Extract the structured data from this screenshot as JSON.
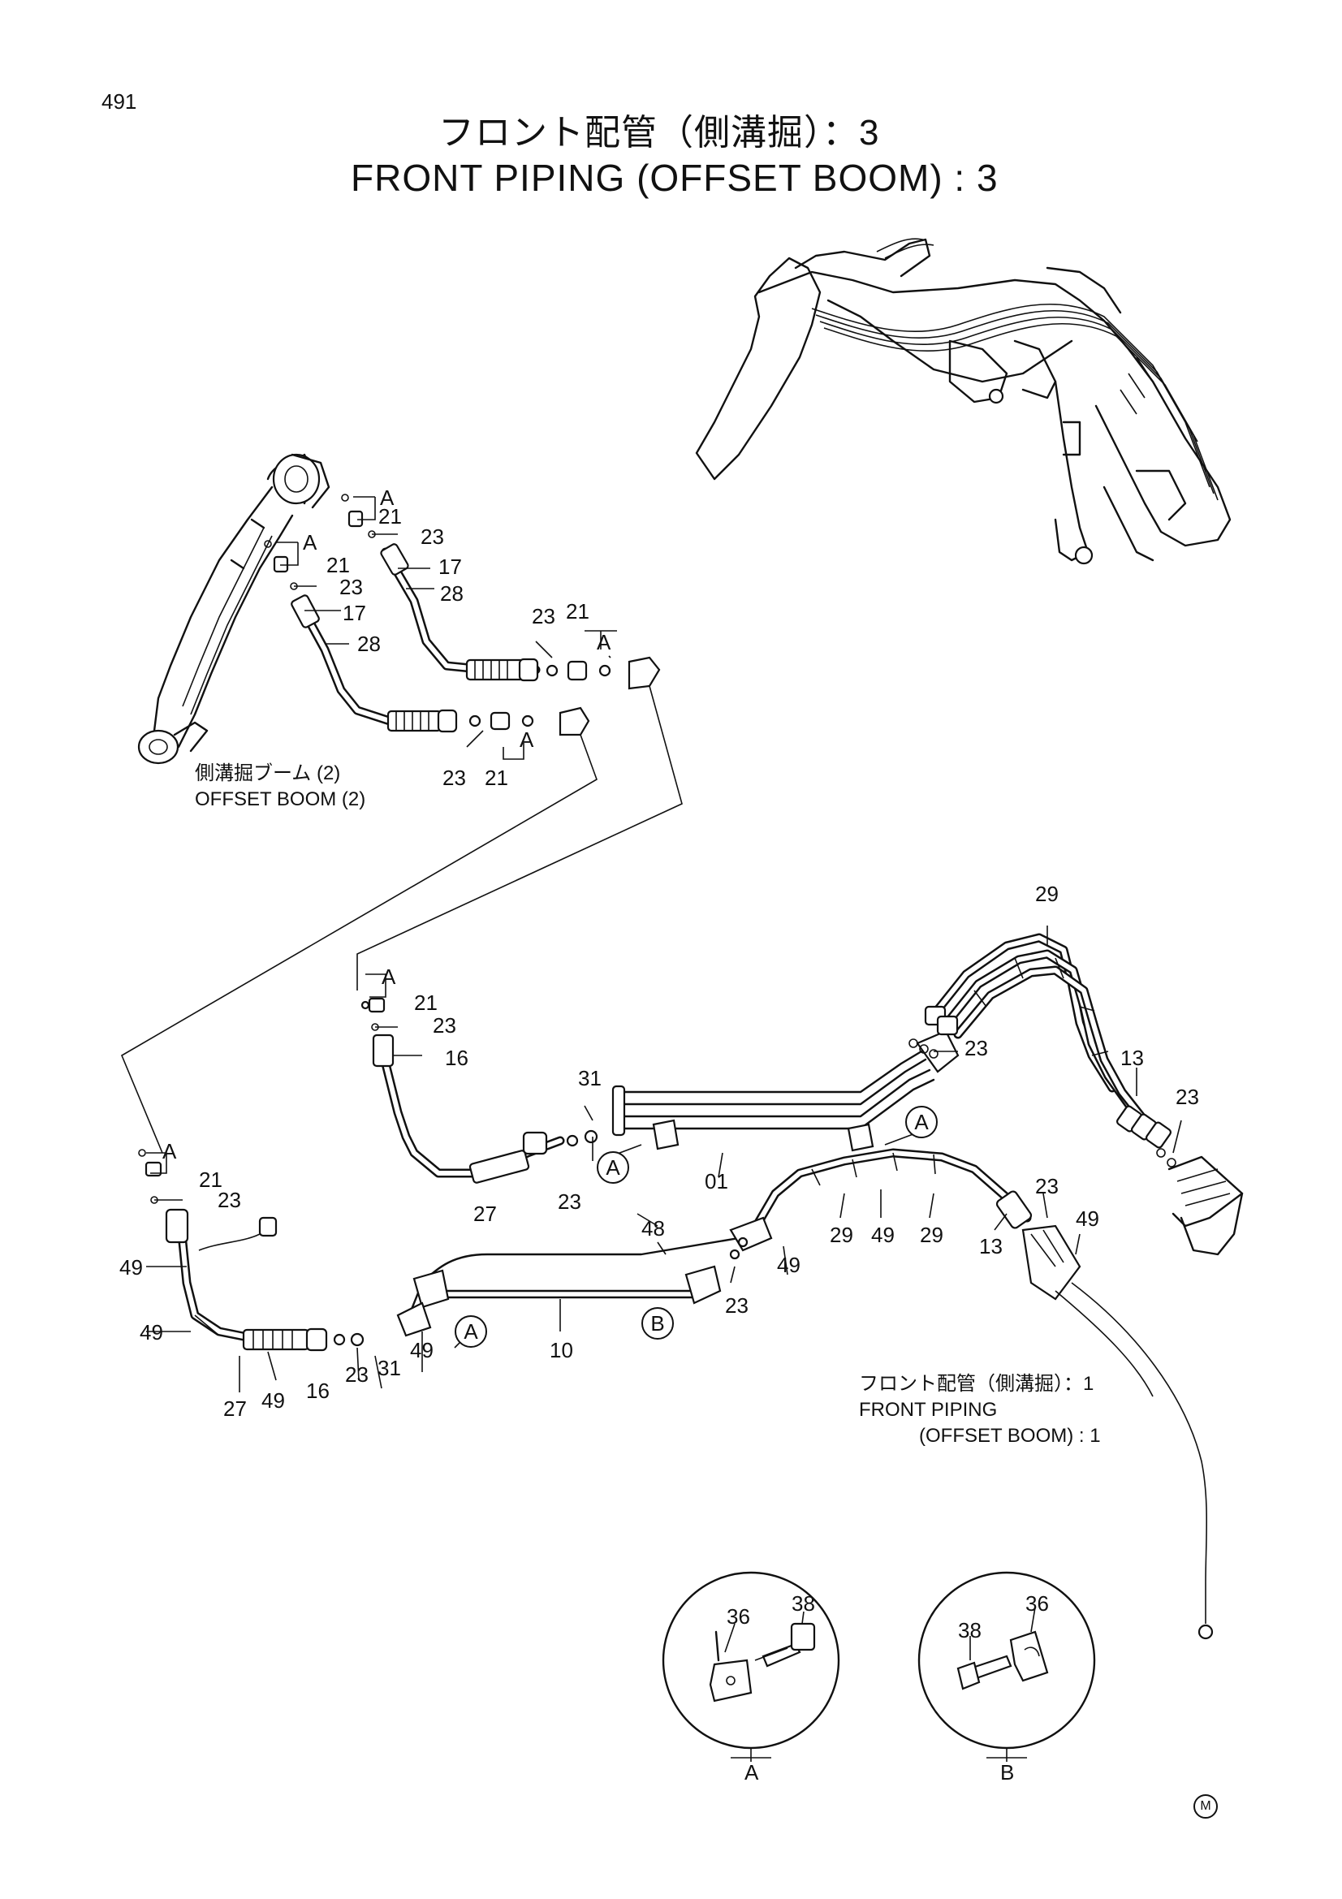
{
  "page_number": "491",
  "title_jp": "フロント配管（側溝掘）：3",
  "title_en": "FRONT PIPING (OFFSET BOOM) : 3",
  "refs": {
    "offset_boom_jp": "側溝掘ブーム (2)",
    "offset_boom_en": "OFFSET BOOM (2)",
    "front_piping_jp": "フロント配管（側溝掘）：1",
    "front_piping_en_1": "FRONT PIPING",
    "front_piping_en_2": "(OFFSET BOOM) : 1"
  },
  "callouts": {
    "A": "A",
    "B": "B"
  },
  "part_labels": {
    "p01": "01",
    "p10": "10",
    "p13": "13",
    "p16": "16",
    "p17": "17",
    "p21": "21",
    "p23": "23",
    "p27": "27",
    "p28": "28",
    "p29": "29",
    "p31": "31",
    "p36": "36",
    "p38": "38",
    "p48": "48",
    "p49": "49"
  },
  "detail_labels": {
    "A": "A",
    "B": "B"
  },
  "mark": "M"
}
